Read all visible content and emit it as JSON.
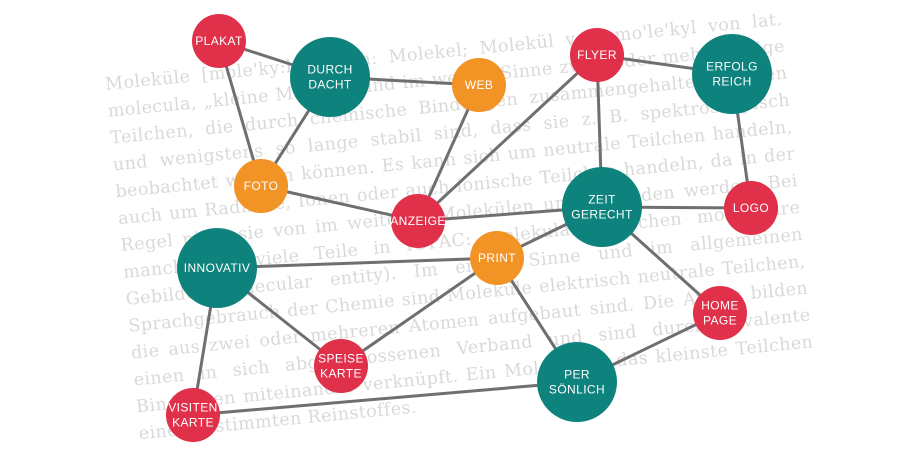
{
  "background_text": "Moleküle [mole'ky:lə], auch: Molekel; Molekül vom mo'le'kyl von lat. molecula, „kleine Masse“) sind im weiten Sinne zwei- oder mehratomige Teilchen, die durch chemische Bindungen zusammengehalten werden und wenigstens so lange stabil sind, dass sie z. B. spektroskopisch beobachtet werden können. Es kann sich um neutrale Teilchen handeln, auch um Radikale, Ionen oder auch ionische Teilchen handeln, da in der Regel nicht sie von im weiteren Molekülen unterschieden werden. Bei manchen B. viele Teile in IUPAC: molekulare Teilchen molekulare Gebilde (molecular entity). Im engen Sinne und im allgemeinen Sprachgebrauch der Chemie sind Moleküle elektrisch neutrale Teilchen, die aus zwei oder mehreren Atomen aufgebaut sind. Die Atome bilden einen in sich abgeschlossenen Verband und sind durch kovalente Bindungen miteinander verknüpft. Ein Molekül ist das kleinste Teilchen eines bestimmten Reinstoffes.",
  "colors": {
    "red": "#e0304a",
    "teal": "#0e827c",
    "orange": "#f29325",
    "edge": "#6f6f6f",
    "label": "#ffffff"
  },
  "nodes": [
    {
      "id": "plakat",
      "lines": [
        "PLAKAT"
      ],
      "color": "red",
      "size": "small"
    },
    {
      "id": "durchdacht",
      "lines": [
        "DURCH",
        "DACHT"
      ],
      "color": "teal",
      "size": "large"
    },
    {
      "id": "web",
      "lines": [
        "WEB"
      ],
      "color": "orange",
      "size": "small"
    },
    {
      "id": "flyer",
      "lines": [
        "FLYER"
      ],
      "color": "red",
      "size": "small"
    },
    {
      "id": "erfolgreich",
      "lines": [
        "ERFOLG",
        "REICH"
      ],
      "color": "teal",
      "size": "large"
    },
    {
      "id": "foto",
      "lines": [
        "FOTO"
      ],
      "color": "orange",
      "size": "small"
    },
    {
      "id": "anzeige",
      "lines": [
        "ANZEIGE"
      ],
      "color": "red",
      "size": "small"
    },
    {
      "id": "zeitgerecht",
      "lines": [
        "ZEIT",
        "GERECHT"
      ],
      "color": "teal",
      "size": "large"
    },
    {
      "id": "logo",
      "lines": [
        "LOGO"
      ],
      "color": "red",
      "size": "small"
    },
    {
      "id": "innovativ",
      "lines": [
        "INNOVATIV"
      ],
      "color": "teal",
      "size": "large"
    },
    {
      "id": "print",
      "lines": [
        "PRINT"
      ],
      "color": "orange",
      "size": "small"
    },
    {
      "id": "homepage",
      "lines": [
        "HOME",
        "PAGE"
      ],
      "color": "red",
      "size": "small"
    },
    {
      "id": "speisekarte",
      "lines": [
        "SPEISE",
        "KARTE"
      ],
      "color": "red",
      "size": "small"
    },
    {
      "id": "persoenlich",
      "lines": [
        "PER",
        "SÖNLICH"
      ],
      "color": "teal",
      "size": "large"
    },
    {
      "id": "visitenkarte",
      "lines": [
        "VISITEN",
        "KARTE"
      ],
      "color": "red",
      "size": "small"
    }
  ],
  "edges": [
    [
      "plakat",
      "durchdacht"
    ],
    [
      "plakat",
      "foto"
    ],
    [
      "durchdacht",
      "web"
    ],
    [
      "durchdacht",
      "foto"
    ],
    [
      "web",
      "anzeige"
    ],
    [
      "foto",
      "anzeige"
    ],
    [
      "anzeige",
      "flyer"
    ],
    [
      "anzeige",
      "zeitgerecht"
    ],
    [
      "flyer",
      "erfolgreich"
    ],
    [
      "flyer",
      "zeitgerecht"
    ],
    [
      "erfolgreich",
      "logo"
    ],
    [
      "zeitgerecht",
      "logo"
    ],
    [
      "zeitgerecht",
      "print"
    ],
    [
      "zeitgerecht",
      "homepage"
    ],
    [
      "innovativ",
      "print"
    ],
    [
      "innovativ",
      "speisekarte"
    ],
    [
      "innovativ",
      "visitenkarte"
    ],
    [
      "print",
      "speisekarte"
    ],
    [
      "print",
      "persoenlich"
    ],
    [
      "homepage",
      "persoenlich"
    ],
    [
      "visitenkarte",
      "persoenlich"
    ]
  ]
}
